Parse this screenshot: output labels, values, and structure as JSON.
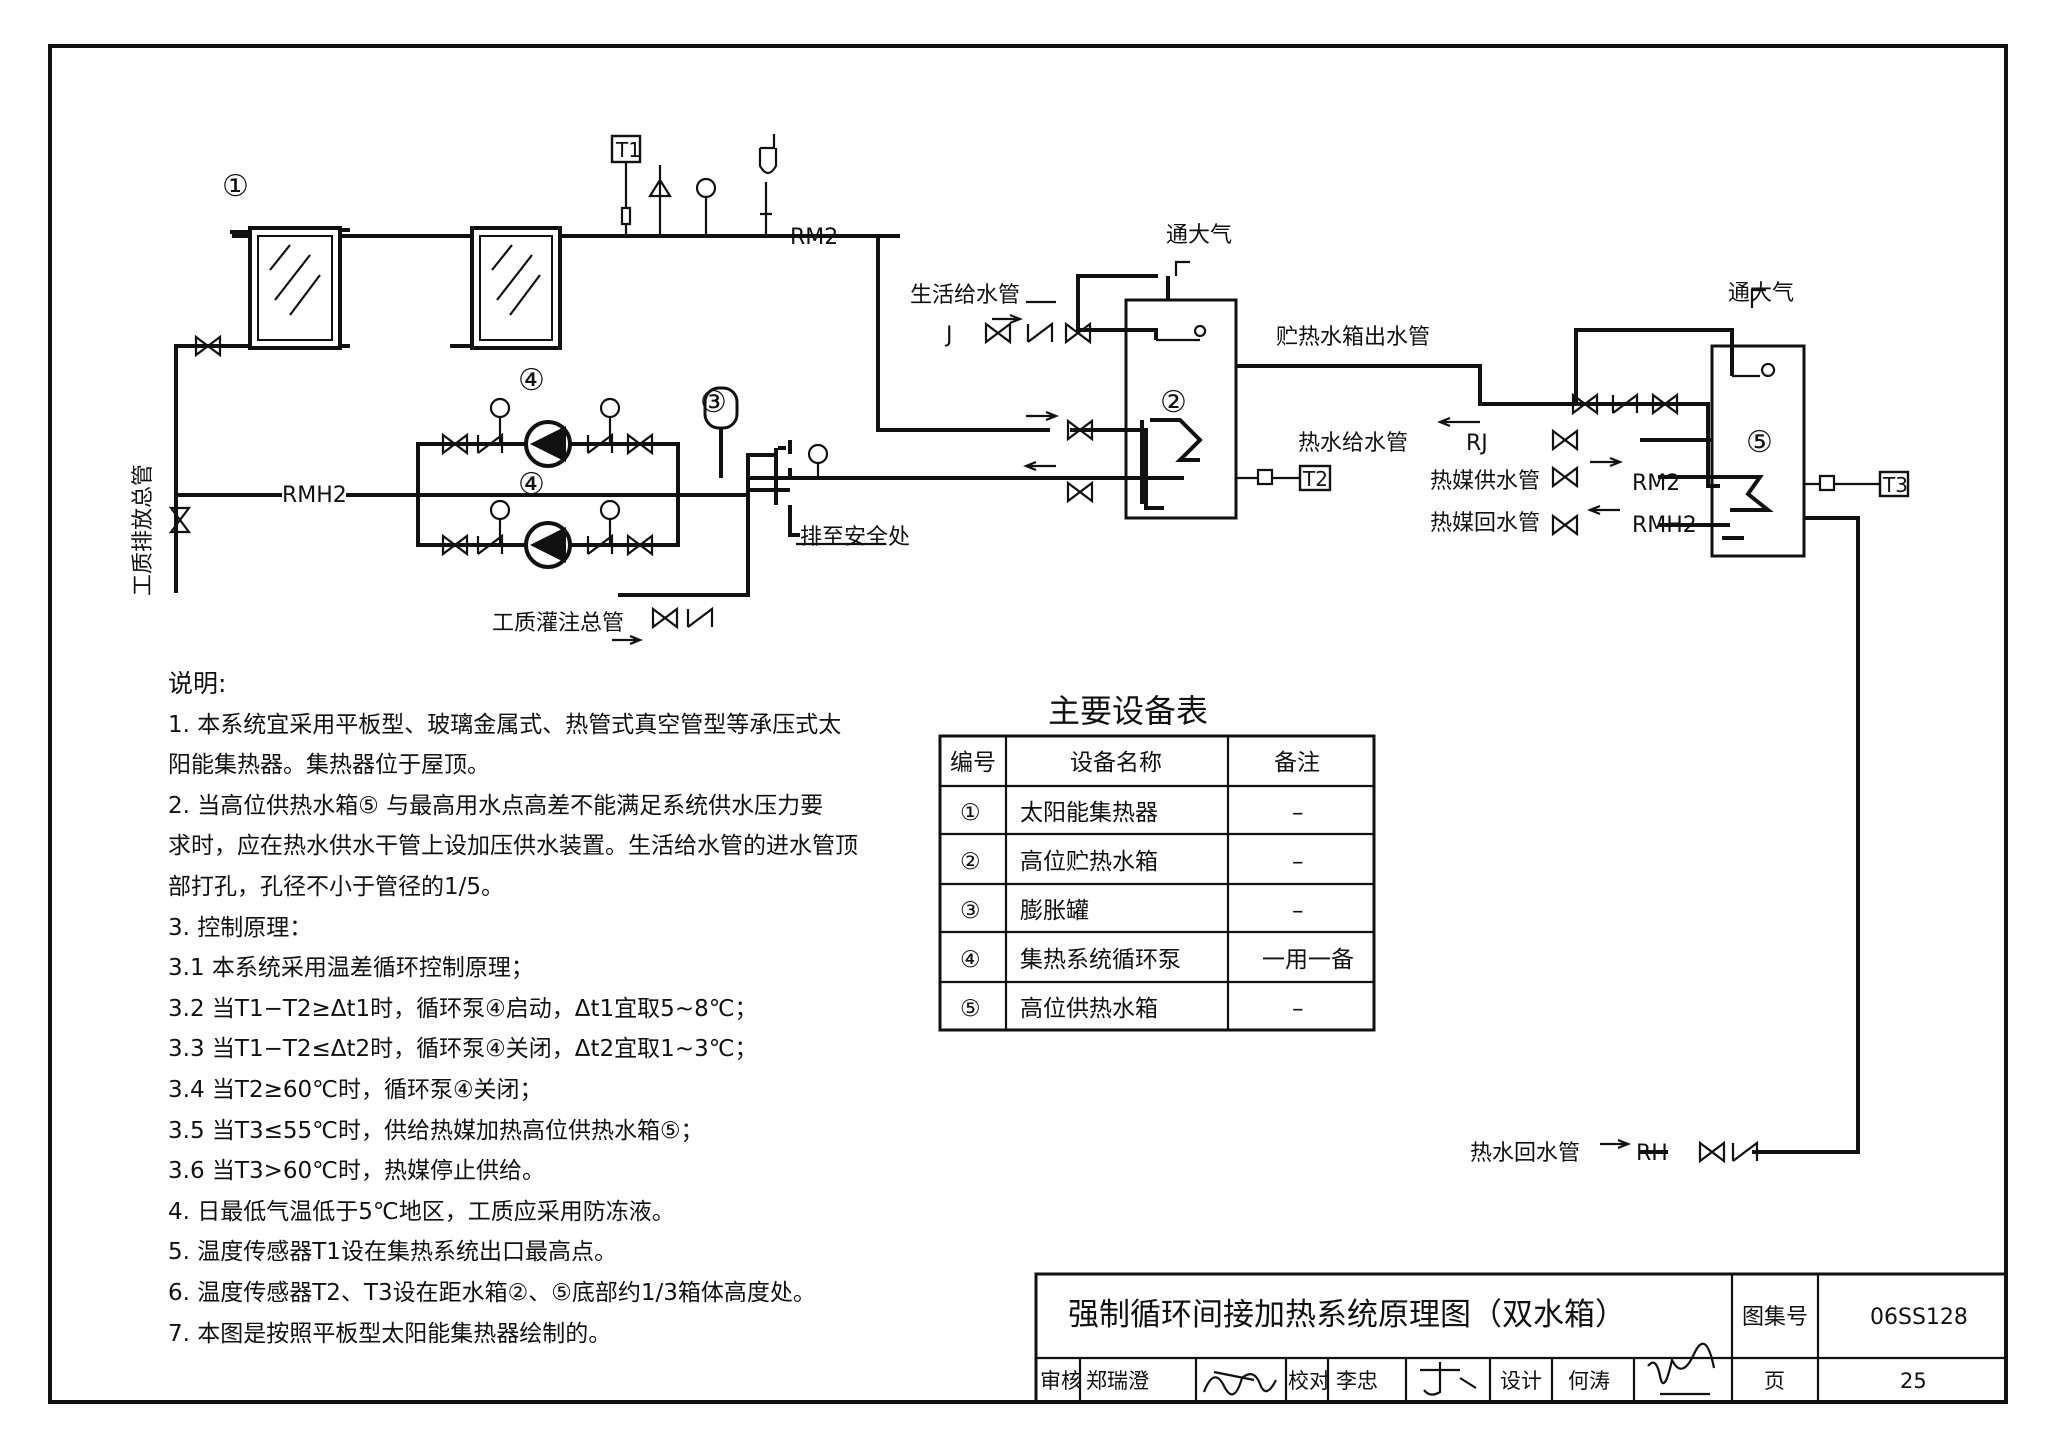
{
  "labels": {
    "RM2_top": "RM2",
    "RMH2_left": "RMH2",
    "T1": "T1",
    "T2": "T2",
    "T3": "T3",
    "n1": "①",
    "n2": "②",
    "n3": "③",
    "n4a": "④",
    "n4b": "④",
    "n5": "⑤",
    "vent1": "通大气",
    "vent2": "通大气",
    "domestic_supply": "生活给水管",
    "J": "J",
    "tank_outlet": "贮热水箱出水管",
    "hw_supply": "热水给水管",
    "RJ": "RJ",
    "hm_supply": "热媒供水管",
    "RM2_right": "RM2",
    "hm_return": "热媒回水管",
    "RMH2_right": "RMH2",
    "drain_safe": "排至安全处",
    "fill_main": "工质灌注总管",
    "drain_main": "工质排放总管",
    "hw_return": "热水回水管",
    "RH": "RH"
  },
  "notes": {
    "title": "说明:",
    "lines": [
      "1. 本系统宜采用平板型、玻璃金属式、热管式真空管型等承压式太",
      "阳能集热器。集热器位于屋顶。",
      "2. 当高位供热水箱⑤ 与最高用水点高差不能满足系统供水压力要",
      "求时，应在热水供水干管上设加压供水装置。生活给水管的进水管顶",
      "部打孔，孔径不小于管径的1/5。",
      "3. 控制原理：",
      "3.1  本系统采用温差循环控制原理；",
      "3.2  当T1−T2≥Δt1时，循环泵④启动，Δt1宜取5~8℃；",
      "3.3  当T1−T2≤Δt2时，循环泵④关闭，Δt2宜取1~3℃；",
      "3.4  当T2≥60℃时，循环泵④关闭；",
      "3.5  当T3≤55℃时，供给热媒加热高位供热水箱⑤；",
      "3.6  当T3>60℃时，热媒停止供给。",
      "4. 日最低气温低于5℃地区，工质应采用防冻液。",
      "5. 温度传感器T1设在集热系统出口最高点。",
      "6. 温度传感器T2、T3设在距水箱②、⑤底部约1/3箱体高度处。",
      "7. 本图是按照平板型太阳能集热器绘制的。"
    ]
  },
  "equipment_table": {
    "title": "主要设备表",
    "headers": [
      "编号",
      "设备名称",
      "备注"
    ],
    "rows": [
      [
        "①",
        "太阳能集热器",
        "–"
      ],
      [
        "②",
        "高位贮热水箱",
        "–"
      ],
      [
        "③",
        "膨胀罐",
        "–"
      ],
      [
        "④",
        "集热系统循环泵",
        "一用一备"
      ],
      [
        "⑤",
        "高位供热水箱",
        "–"
      ]
    ]
  },
  "title_block": {
    "drawing_title": "强制循环间接加热系统原理图（双水箱）",
    "atlas_label": "图集号",
    "atlas_no": "06SS128",
    "review_label": "审核",
    "review_name": "郑瑞澄",
    "check_label": "校对",
    "check_name": "李忠",
    "design_label": "设计",
    "design_name": "何涛",
    "page_label": "页",
    "page_no": "25"
  }
}
